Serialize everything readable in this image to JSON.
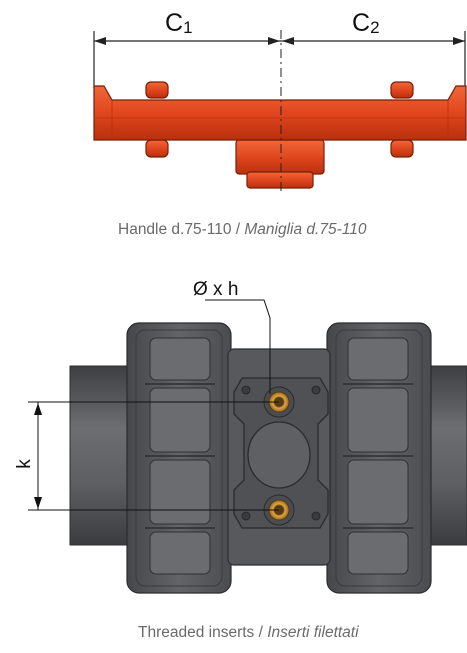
{
  "handle_diagram": {
    "dim_c1": {
      "main": "C",
      "sub": "1"
    },
    "dim_c2": {
      "main": "C",
      "sub": "2"
    },
    "caption": {
      "plain": "Handle d.75-110 / ",
      "italic": "Maniglia d.75-110"
    },
    "handle_color": "#e0461e"
  },
  "valve_diagram": {
    "dim_insert": "Ø x h",
    "dim_k": "k",
    "caption": {
      "plain": "Threaded inserts / ",
      "italic": "Inserti filettati"
    },
    "body_color": "#5b5d61",
    "insert_color": "#c8912e"
  }
}
